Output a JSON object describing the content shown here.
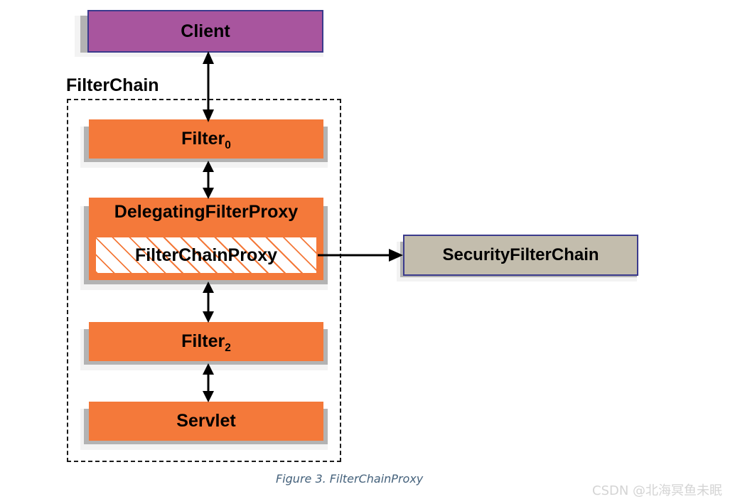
{
  "figure": {
    "caption": "Figure 3. FilterChainProxy",
    "watermark": "CSDN @北海冥鱼未眠"
  },
  "colors": {
    "client_fill": "#a8559e",
    "client_border": "#3a3a8c",
    "filter_fill": "#f4793a",
    "hatch_stroke": "#f4793a",
    "security_fill": "#c3bdad",
    "security_border": "#3a3a8c",
    "shadow_dark": "#b3b3b3",
    "shadow_light": "#f3f3f3",
    "dashed_border": "#1a1a1a",
    "caption_color": "#44617b",
    "watermark_color": "#d4d4d4",
    "background": "#ffffff"
  },
  "nodes": {
    "client": {
      "label": "Client",
      "kind": "actor"
    },
    "filter_chain_group": {
      "label": "FilterChain",
      "kind": "group"
    },
    "filter0": {
      "label": "Filter",
      "subscript": "0",
      "kind": "filter"
    },
    "delegating_filter_proxy": {
      "label": "DelegatingFilterProxy",
      "kind": "filter"
    },
    "filter_chain_proxy": {
      "label": "FilterChainProxy",
      "kind": "hatched"
    },
    "filter2": {
      "label": "Filter",
      "subscript": "2",
      "kind": "filter"
    },
    "servlet": {
      "label": "Servlet",
      "kind": "filter"
    },
    "security_filter_chain": {
      "label": "SecurityFilterChain",
      "kind": "component"
    }
  },
  "edges": [
    {
      "from": "client",
      "to": "filter0",
      "style": "double-arrow",
      "direction": "bidirectional"
    },
    {
      "from": "filter0",
      "to": "delegating_filter_proxy",
      "style": "double-arrow",
      "direction": "bidirectional"
    },
    {
      "from": "delegating_filter_proxy",
      "to": "filter2",
      "style": "double-arrow",
      "direction": "bidirectional"
    },
    {
      "from": "filter2",
      "to": "servlet",
      "style": "double-arrow",
      "direction": "bidirectional"
    },
    {
      "from": "filter_chain_proxy",
      "to": "security_filter_chain",
      "style": "single-arrow",
      "direction": "forward"
    }
  ]
}
